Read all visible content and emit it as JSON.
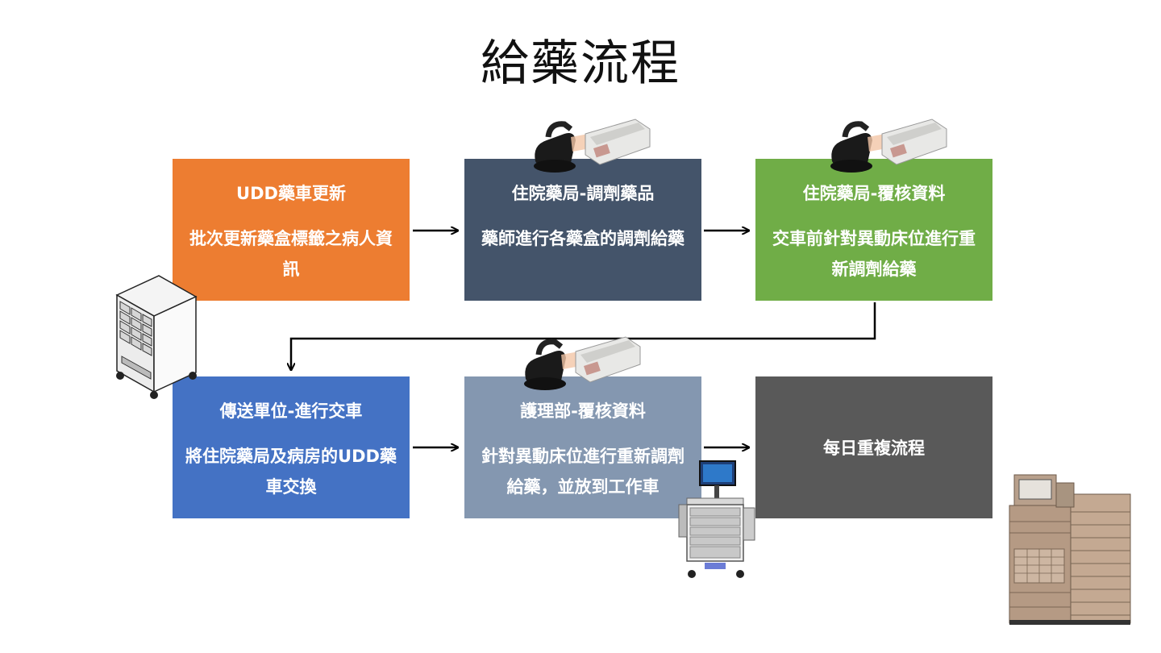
{
  "title": "給藥流程",
  "colors": {
    "orange": "#ED7D31",
    "navy": "#44546A",
    "green": "#70AD47",
    "blue": "#4472C4",
    "slate": "#8497B0",
    "gray": "#595959"
  },
  "steps": [
    {
      "heading": "UDD藥車更新",
      "body": "批次更新藥盒標籤之病人資訊",
      "color": "#ED7D31"
    },
    {
      "heading": "住院藥局-調劑藥品",
      "body": "藥師進行各藥盒的調劑給藥",
      "color": "#44546A"
    },
    {
      "heading": "住院藥局-覆核資料",
      "body": "交車前針對異動床位進行重新調劑給藥",
      "color": "#70AD47"
    },
    {
      "heading": "傳送單位-進行交車",
      "body": "將住院藥局及病房的UDD藥車交換",
      "color": "#4472C4"
    },
    {
      "heading": "護理部-覆核資料",
      "body": "針對異動床位進行重新調劑給藥，並放到工作車",
      "color": "#8497B0"
    },
    {
      "heading": "",
      "body": "每日重複流程",
      "color": "#595959"
    }
  ],
  "illustrations": [
    "scanner-tray-icon",
    "medication-cart-icon",
    "nursing-workstation-icon",
    "dispensing-machine-icon"
  ]
}
